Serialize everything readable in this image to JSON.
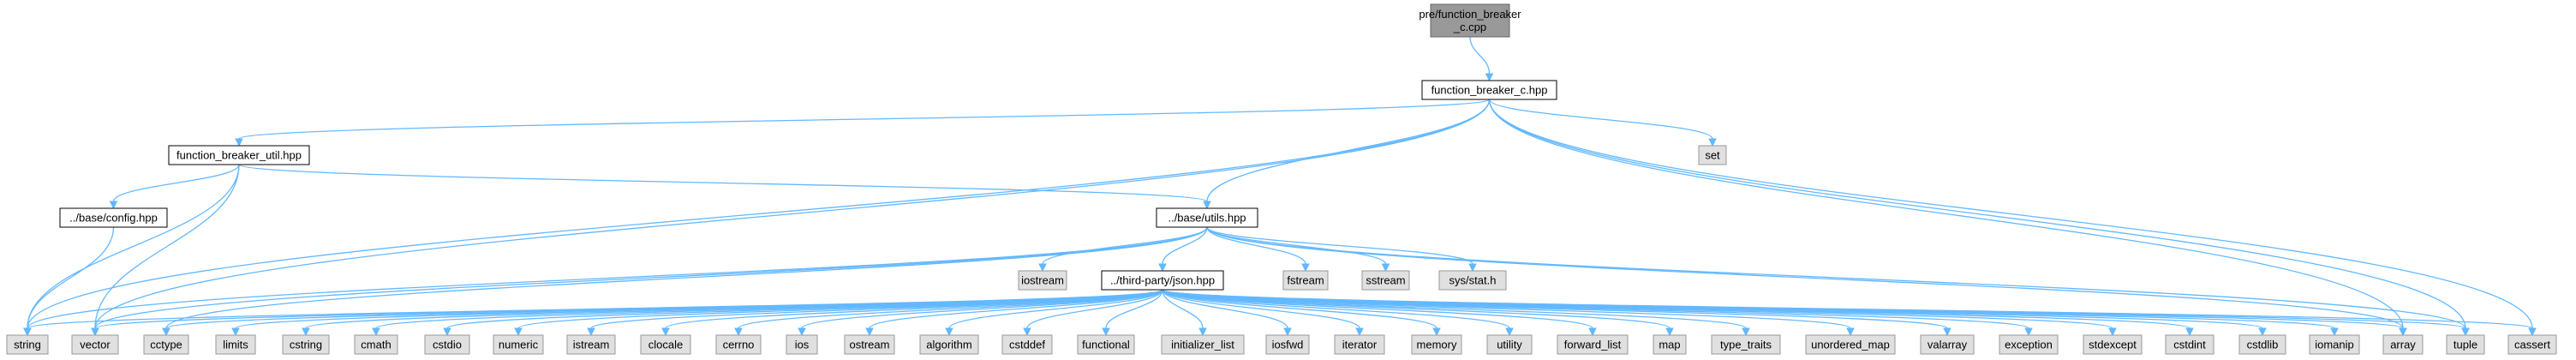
{
  "graph": {
    "nodes": [
      {
        "id": "root",
        "label": [
          "pre/function_breaker",
          "_c.cpp"
        ],
        "style": "root"
      },
      {
        "id": "fbc",
        "label": [
          "function_breaker_c.hpp"
        ],
        "style": "doc"
      },
      {
        "id": "fbu",
        "label": [
          "function_breaker_util.hpp"
        ],
        "style": "doc"
      },
      {
        "id": "set",
        "label": [
          "set"
        ],
        "style": "sys"
      },
      {
        "id": "cfg",
        "label": [
          "../base/config.hpp"
        ],
        "style": "doc"
      },
      {
        "id": "utils",
        "label": [
          "../base/utils.hpp"
        ],
        "style": "doc"
      },
      {
        "id": "iostream",
        "label": [
          "iostream"
        ],
        "style": "sys"
      },
      {
        "id": "json",
        "label": [
          "../third-party/json.hpp"
        ],
        "style": "doc"
      },
      {
        "id": "fstream",
        "label": [
          "fstream"
        ],
        "style": "sys"
      },
      {
        "id": "sstream",
        "label": [
          "sstream"
        ],
        "style": "sys"
      },
      {
        "id": "stat",
        "label": [
          "sys/stat.h"
        ],
        "style": "sys"
      },
      {
        "id": "string",
        "label": [
          "string"
        ],
        "style": "sys"
      },
      {
        "id": "vector",
        "label": [
          "vector"
        ],
        "style": "sys"
      },
      {
        "id": "cctype",
        "label": [
          "cctype"
        ],
        "style": "sys"
      },
      {
        "id": "limits",
        "label": [
          "limits"
        ],
        "style": "sys"
      },
      {
        "id": "cstring",
        "label": [
          "cstring"
        ],
        "style": "sys"
      },
      {
        "id": "cmath",
        "label": [
          "cmath"
        ],
        "style": "sys"
      },
      {
        "id": "cstdio",
        "label": [
          "cstdio"
        ],
        "style": "sys"
      },
      {
        "id": "numeric",
        "label": [
          "numeric"
        ],
        "style": "sys"
      },
      {
        "id": "istream",
        "label": [
          "istream"
        ],
        "style": "sys"
      },
      {
        "id": "clocale",
        "label": [
          "clocale"
        ],
        "style": "sys"
      },
      {
        "id": "cerrno",
        "label": [
          "cerrno"
        ],
        "style": "sys"
      },
      {
        "id": "ios",
        "label": [
          "ios"
        ],
        "style": "sys"
      },
      {
        "id": "ostream",
        "label": [
          "ostream"
        ],
        "style": "sys"
      },
      {
        "id": "algorithm",
        "label": [
          "algorithm"
        ],
        "style": "sys"
      },
      {
        "id": "cstddef",
        "label": [
          "cstddef"
        ],
        "style": "sys"
      },
      {
        "id": "functional",
        "label": [
          "functional"
        ],
        "style": "sys"
      },
      {
        "id": "initializer_list",
        "label": [
          "initializer_list"
        ],
        "style": "sys"
      },
      {
        "id": "iosfwd",
        "label": [
          "iosfwd"
        ],
        "style": "sys"
      },
      {
        "id": "iterator",
        "label": [
          "iterator"
        ],
        "style": "sys"
      },
      {
        "id": "memory",
        "label": [
          "memory"
        ],
        "style": "sys"
      },
      {
        "id": "utility",
        "label": [
          "utility"
        ],
        "style": "sys"
      },
      {
        "id": "forward_list",
        "label": [
          "forward_list"
        ],
        "style": "sys"
      },
      {
        "id": "map",
        "label": [
          "map"
        ],
        "style": "sys"
      },
      {
        "id": "type_traits",
        "label": [
          "type_traits"
        ],
        "style": "sys"
      },
      {
        "id": "unordered_map",
        "label": [
          "unordered_map"
        ],
        "style": "sys"
      },
      {
        "id": "valarray",
        "label": [
          "valarray"
        ],
        "style": "sys"
      },
      {
        "id": "exception",
        "label": [
          "exception"
        ],
        "style": "sys"
      },
      {
        "id": "stdexcept",
        "label": [
          "stdexcept"
        ],
        "style": "sys"
      },
      {
        "id": "cstdint",
        "label": [
          "cstdint"
        ],
        "style": "sys"
      },
      {
        "id": "cstdlib",
        "label": [
          "cstdlib"
        ],
        "style": "sys"
      },
      {
        "id": "iomanip",
        "label": [
          "iomanip"
        ],
        "style": "sys"
      },
      {
        "id": "array",
        "label": [
          "array"
        ],
        "style": "sys"
      },
      {
        "id": "tuple",
        "label": [
          "tuple"
        ],
        "style": "sys"
      },
      {
        "id": "cassert",
        "label": [
          "cassert"
        ],
        "style": "sys"
      }
    ],
    "edges": [
      [
        "root",
        "fbc"
      ],
      [
        "fbc",
        "fbu"
      ],
      [
        "fbc",
        "string"
      ],
      [
        "fbc",
        "vector"
      ],
      [
        "fbc",
        "utils"
      ],
      [
        "fbc",
        "set"
      ],
      [
        "fbc",
        "cassert"
      ],
      [
        "fbc",
        "tuple"
      ],
      [
        "fbc",
        "array"
      ],
      [
        "fbu",
        "cfg"
      ],
      [
        "fbu",
        "utils"
      ],
      [
        "fbu",
        "string"
      ],
      [
        "fbu",
        "vector"
      ],
      [
        "cfg",
        "string"
      ],
      [
        "utils",
        "string"
      ],
      [
        "utils",
        "vector"
      ],
      [
        "utils",
        "cctype"
      ],
      [
        "utils",
        "iostream"
      ],
      [
        "utils",
        "json"
      ],
      [
        "utils",
        "fstream"
      ],
      [
        "utils",
        "sstream"
      ],
      [
        "utils",
        "stat"
      ],
      [
        "utils",
        "tuple"
      ],
      [
        "utils",
        "array"
      ],
      [
        "json",
        "string"
      ],
      [
        "json",
        "vector"
      ],
      [
        "json",
        "cctype"
      ],
      [
        "json",
        "limits"
      ],
      [
        "json",
        "cstring"
      ],
      [
        "json",
        "cmath"
      ],
      [
        "json",
        "cstdio"
      ],
      [
        "json",
        "numeric"
      ],
      [
        "json",
        "istream"
      ],
      [
        "json",
        "clocale"
      ],
      [
        "json",
        "cerrno"
      ],
      [
        "json",
        "ios"
      ],
      [
        "json",
        "ostream"
      ],
      [
        "json",
        "algorithm"
      ],
      [
        "json",
        "cstddef"
      ],
      [
        "json",
        "functional"
      ],
      [
        "json",
        "initializer_list"
      ],
      [
        "json",
        "iosfwd"
      ],
      [
        "json",
        "iterator"
      ],
      [
        "json",
        "memory"
      ],
      [
        "json",
        "utility"
      ],
      [
        "json",
        "forward_list"
      ],
      [
        "json",
        "map"
      ],
      [
        "json",
        "type_traits"
      ],
      [
        "json",
        "unordered_map"
      ],
      [
        "json",
        "valarray"
      ],
      [
        "json",
        "exception"
      ],
      [
        "json",
        "stdexcept"
      ],
      [
        "json",
        "cstdint"
      ],
      [
        "json",
        "cstdlib"
      ],
      [
        "json",
        "iomanip"
      ],
      [
        "json",
        "array"
      ],
      [
        "json",
        "tuple"
      ],
      [
        "json",
        "cassert"
      ]
    ]
  },
  "colors": {
    "edge": "#63b8ff",
    "root_fill": "#999999",
    "doc_fill": "#ffffff",
    "sys_fill": "#e0e0e0",
    "sys_border": "#999999",
    "doc_border": "#000000"
  }
}
